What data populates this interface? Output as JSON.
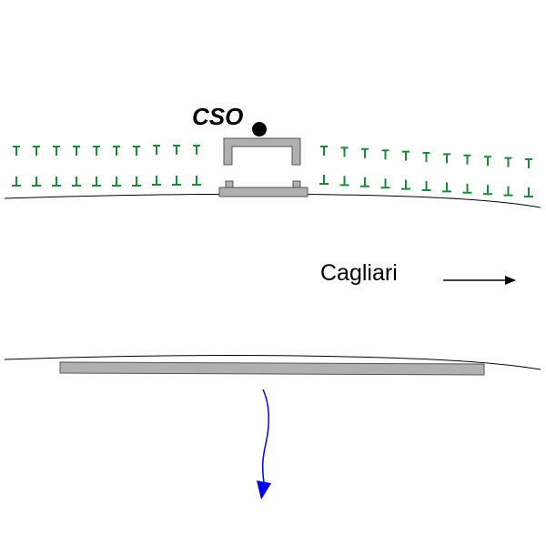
{
  "labels": {
    "station": "CSO",
    "direction": "Cagliari"
  },
  "colors": {
    "background": "#ffffff",
    "line": "#000000",
    "platform_fill": "#b0b0b0",
    "platform_stroke": "#555555",
    "vegetation": "#1a8a3a",
    "flow_arrow": "#0000ee"
  },
  "icons": {
    "station_marker": "filled-circle",
    "direction_arrow": "right-arrow",
    "flow_arrow": "down-wavy-arrow",
    "vegetation": "tree-marks"
  }
}
